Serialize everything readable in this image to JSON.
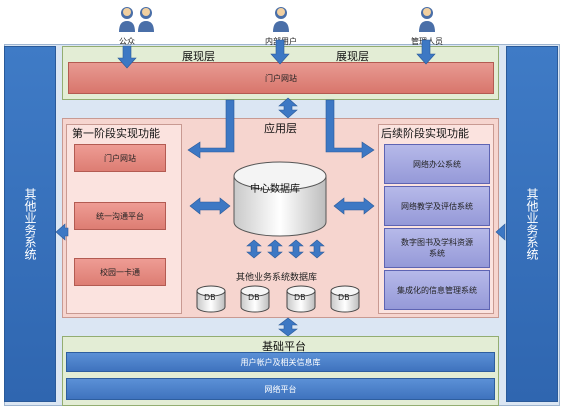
{
  "users": {
    "public": "公众",
    "internal": "内部用户",
    "admin": "管理人员"
  },
  "side": {
    "left": "其他业务系统",
    "right": "其他业务系统"
  },
  "presentation": {
    "title_left": "展现层",
    "title_right": "展现层",
    "portal": "门户网站"
  },
  "application": {
    "title": "应用层",
    "phase1": {
      "title": "第一阶段实现功能",
      "items": [
        "门户网站",
        "统一沟通平台",
        "校园一卡通"
      ]
    },
    "phase2": {
      "title": "后续阶段实现功能",
      "items": [
        "网络办公系统",
        "网络教学及评估系统",
        "数字图书及学科资源系统",
        "集成化的信息管理系统"
      ]
    },
    "center_db": "中心数据库",
    "other_db_label": "其他业务系统数据库",
    "db_items": [
      "DB",
      "DB",
      "DB",
      "DB"
    ]
  },
  "foundation": {
    "title": "基础平台",
    "items": [
      "用户帐户及相关信息库",
      "网络平台"
    ]
  },
  "colors": {
    "side_blue": "#2f66b0",
    "arrow_blue": "#3d78c4",
    "layer_green": "#e3edd5",
    "app_pink": "#f6d5cf",
    "red_box": "#dd7d73",
    "purple_box": "#9599d8"
  }
}
